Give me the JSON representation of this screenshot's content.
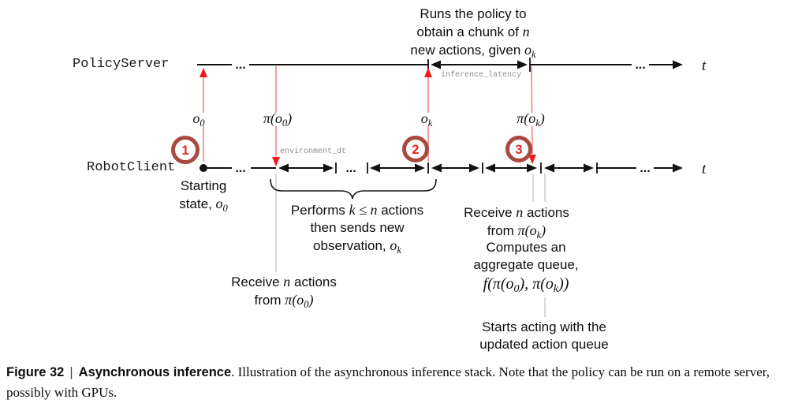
{
  "diagram": {
    "server_label": "PolicyServer",
    "client_label": "RobotClient",
    "time_axis_label": "t",
    "ellipsis": "...",
    "inference_latency_label": "inference_latency",
    "environment_dt_label": "environment_dt",
    "top_note": {
      "line1": "Runs the policy to",
      "line2_pre": "obtain a chunk of ",
      "line2_math": "n",
      "line3_pre": "new actions, given ",
      "line3_main": "o",
      "line3_sub": "k"
    },
    "markers": {
      "step1": "1",
      "step2": "2",
      "step3": "3"
    },
    "signals": {
      "o0": {
        "main": "o",
        "sub": "0"
      },
      "pi_o0": {
        "main": "π(o",
        "sub": "0",
        "close": ")"
      },
      "ok": {
        "main": "o",
        "sub": "k"
      },
      "pi_ok": {
        "main": "π(o",
        "sub": "k",
        "close": ")"
      }
    },
    "notes": {
      "starting_state": {
        "line1": "Starting",
        "line2_pre": "state, ",
        "main": "o",
        "sub": "0"
      },
      "performs": {
        "line1_pre": "Performs ",
        "line1_math": "k ≤ n",
        "line1_post": " actions",
        "line2": "then sends new",
        "line3_pre": "observation, ",
        "main": "o",
        "sub": "k"
      },
      "receive_first": {
        "line1_pre": "Receive ",
        "line1_math": "n",
        "line1_post": " actions",
        "line2_pre": "from ",
        "main": "π(o",
        "sub": "0",
        "close": ")"
      },
      "receive_second": {
        "line1_pre": "Receive ",
        "line1_math": "n",
        "line1_post": " actions",
        "line2_pre": "from ",
        "main": "π(o",
        "sub": "k",
        "close": ")"
      },
      "computes": {
        "line1": "Computes an",
        "line2": "aggregate queue,",
        "f_main1": "f(π(o",
        "f_sub1": "0",
        "f_main2": "), π(o",
        "f_sub2": "k",
        "f_main3": "))"
      },
      "starts": {
        "line1": "Starts acting with the",
        "line2": "updated action queue"
      }
    }
  },
  "caption": {
    "figure_label": "Figure 32",
    "separator": "|",
    "title": "Asynchronous inference",
    "text": ". Illustration of the asynchronous inference stack. Note that the policy can be run on a remote server, possibly with GPUs."
  }
}
